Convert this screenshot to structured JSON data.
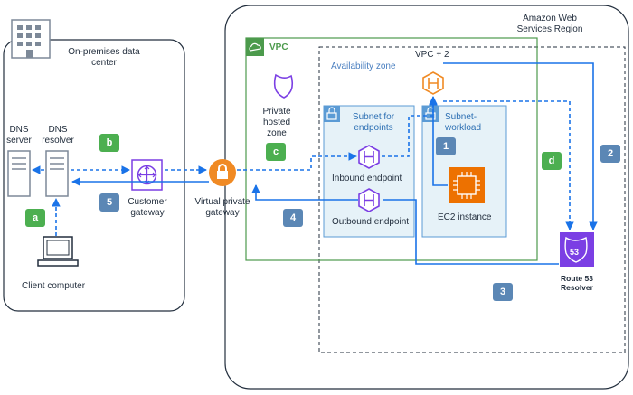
{
  "onprem": {
    "title_line1": "On-premises data",
    "title_line2": "center",
    "dns_server_line1": "DNS",
    "dns_server_line2": "server",
    "dns_resolver_line1": "DNS",
    "dns_resolver_line2": "resolver",
    "client_computer": "Client computer",
    "customer_gateway_line1": "Customer",
    "customer_gateway_line2": "gateway"
  },
  "aws": {
    "region_line1": "Amazon Web",
    "region_line2": "Services Region",
    "vpc_title": "VPC",
    "vpc_plus": "VPC + 2",
    "availability_zone": "Availability zone",
    "private_hosted_zone_line1": "Private",
    "private_hosted_zone_line2": "hosted",
    "private_hosted_zone_line3": "zone",
    "subnet_endpoints_line1": "Subnet for",
    "subnet_endpoints_line2": "endpoints",
    "inbound_endpoint": "Inbound endpoint",
    "outbound_endpoint": "Outbound endpoint",
    "subnet_workload_line1": "Subnet-",
    "subnet_workload_line2": "workload",
    "ec2_instance": "EC2 instance",
    "route53_badge": "53",
    "route53_line1": "Route 53",
    "route53_line2": "Resolver",
    "vpg_line1": "Virtual private",
    "vpg_line2": "gateway"
  },
  "steps": {
    "a": "a",
    "b": "b",
    "c": "c",
    "d": "d",
    "one": "1",
    "two": "2",
    "three": "3",
    "four": "4",
    "five": "5"
  },
  "colors": {
    "arrow_blue": "#1a73e8",
    "step_green": "#4caf50",
    "step_blue": "#5b87b5",
    "vpc_green": "#4c9a4c",
    "subnet_fill": "#e6f2f8",
    "subnet_border": "#5b9bd5",
    "vpg_orange": "#f08a24",
    "route53_purple": "#7b3fe4",
    "ec2_orange": "#ed7100"
  }
}
